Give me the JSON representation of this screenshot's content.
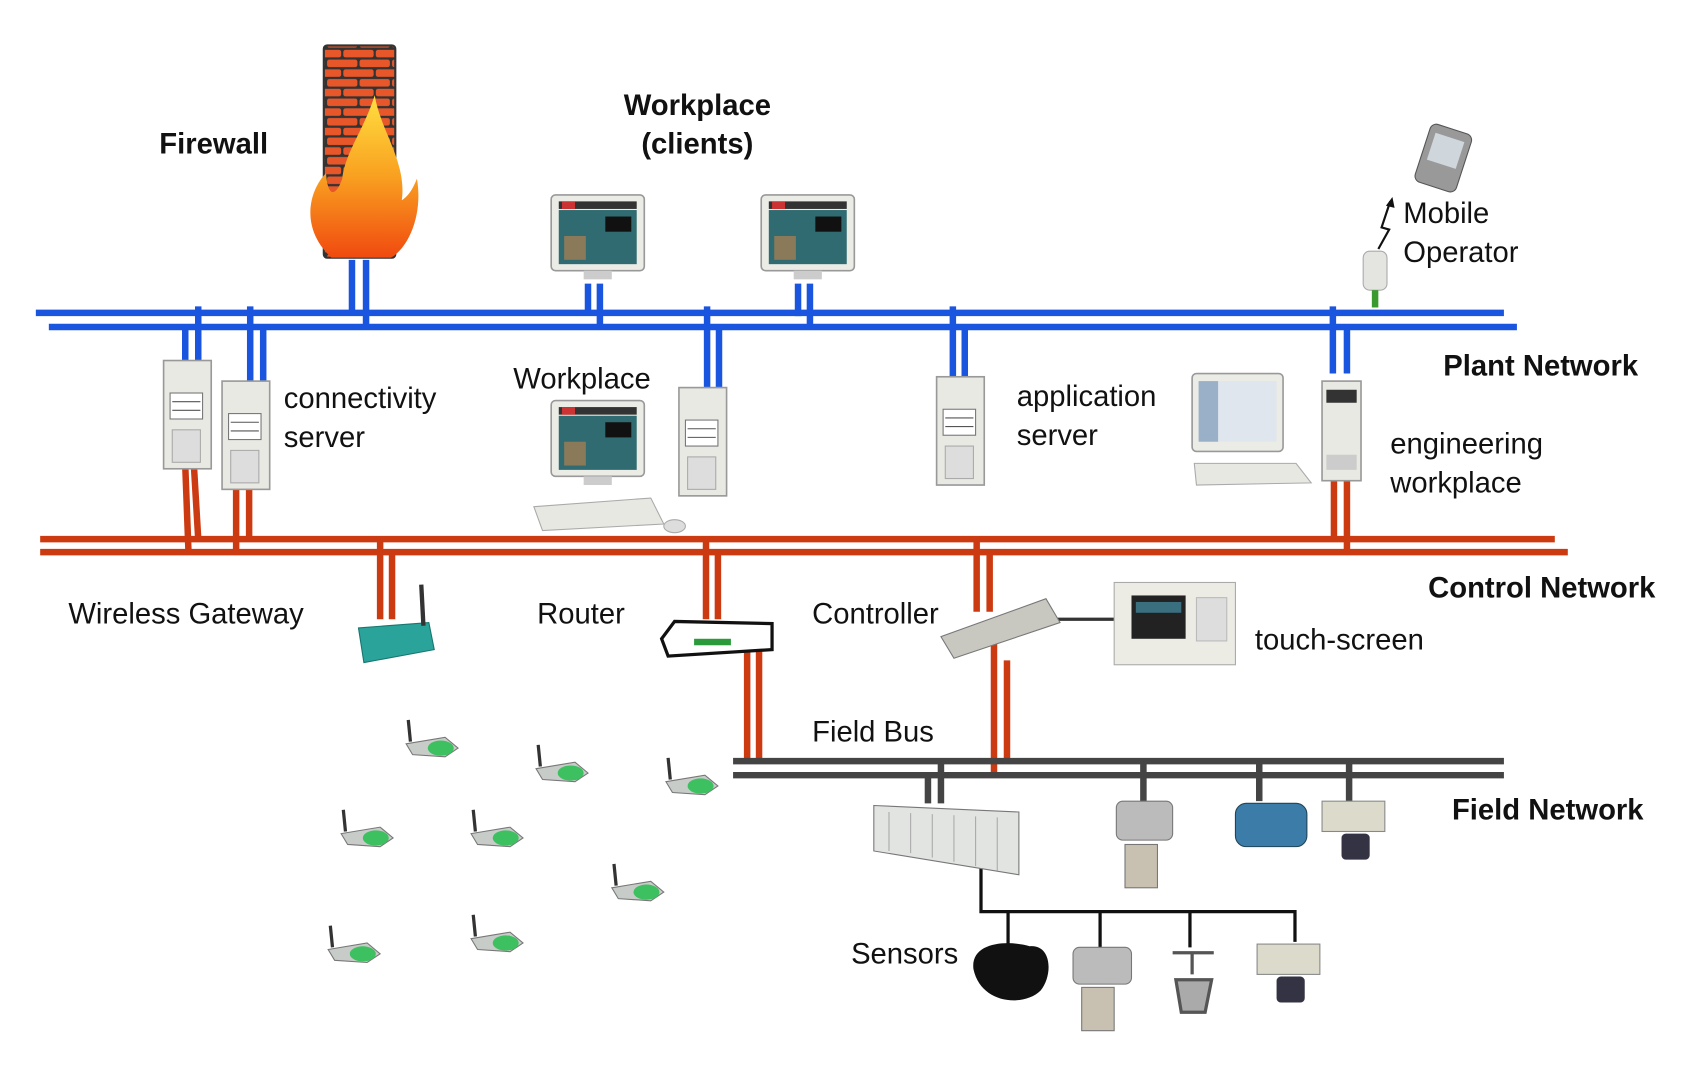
{
  "labels": {
    "firewall": "Firewall",
    "workplace_clients_1": "Workplace",
    "workplace_clients_2": "(clients)",
    "mobile_1": "Mobile",
    "mobile_2": "Operator",
    "plant_network": "Plant Network",
    "connectivity_1": "connectivity",
    "connectivity_2": "server",
    "workplace": "Workplace",
    "application_1": "application",
    "application_2": "server",
    "engineering_1": "engineering",
    "engineering_2": "workplace",
    "control_network": "Control Network",
    "wireless_gateway": "Wireless Gateway",
    "router": "Router",
    "controller": "Controller",
    "touch_screen": "touch-screen",
    "field_bus": "Field Bus",
    "field_network": "Field Network",
    "sensors": "Sensors"
  },
  "colors": {
    "plant_network": "#1a55e0",
    "control_network": "#cc3a12",
    "field_network": "#444444"
  }
}
